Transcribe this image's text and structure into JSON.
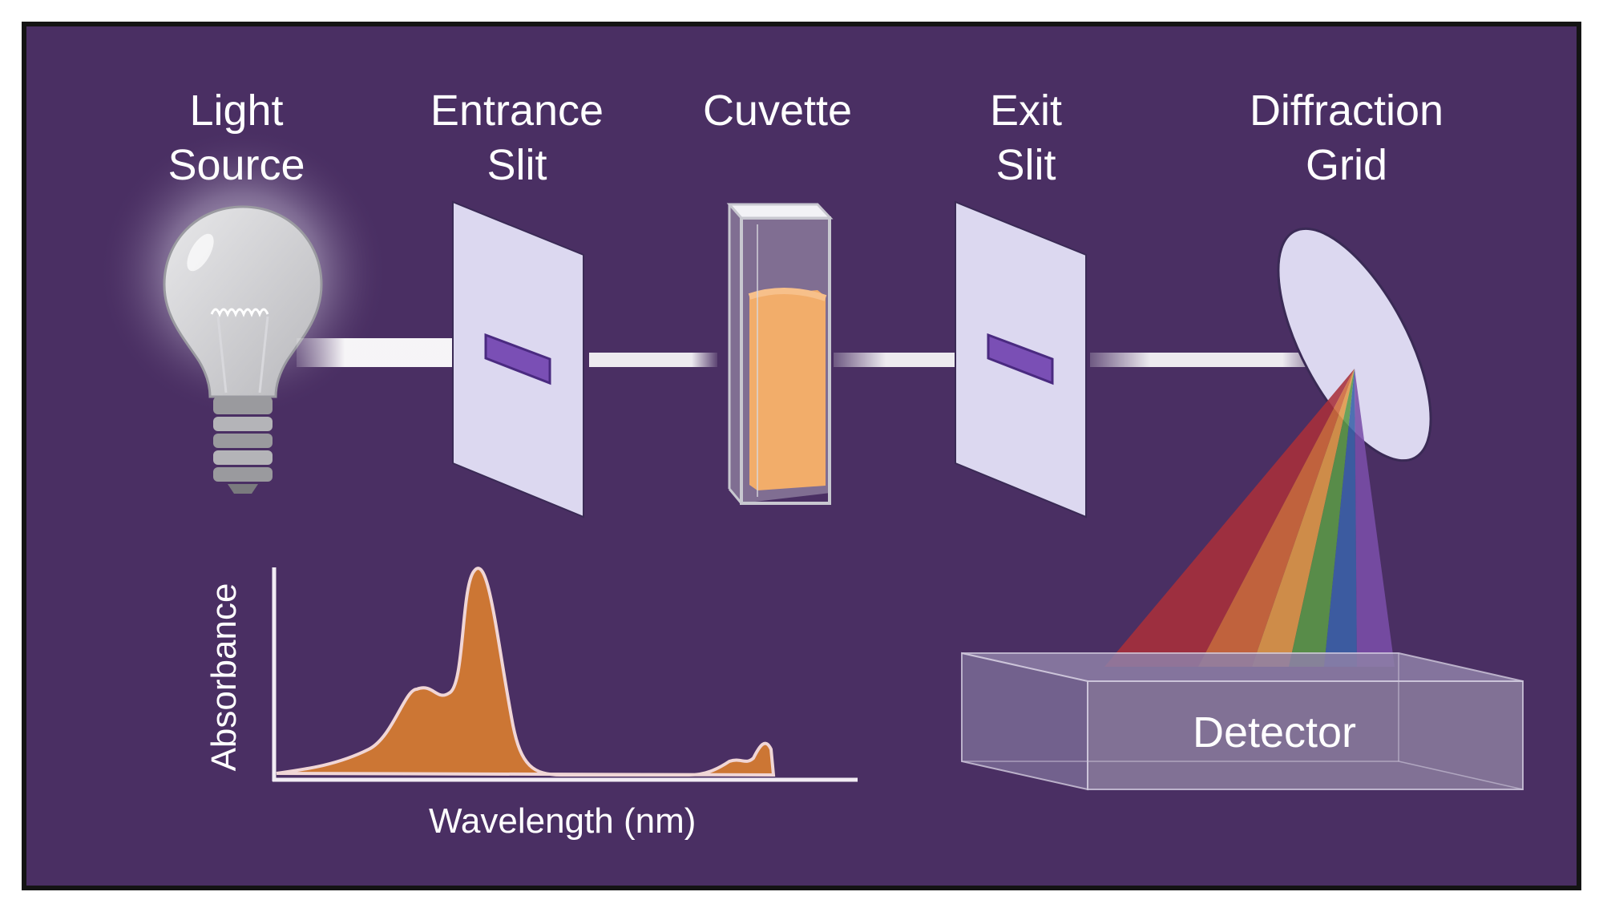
{
  "diagram": {
    "components": [
      {
        "id": "light-source",
        "label_lines": [
          "Light",
          "Source"
        ]
      },
      {
        "id": "entrance-slit",
        "label_lines": [
          "Entrance",
          "Slit"
        ]
      },
      {
        "id": "cuvette",
        "label_lines": [
          "Cuvette"
        ]
      },
      {
        "id": "exit-slit",
        "label_lines": [
          "Exit",
          "Slit"
        ]
      },
      {
        "id": "diffraction-grid",
        "label_lines": [
          "Diffraction",
          "Grid"
        ]
      }
    ],
    "detector_label": "Detector"
  },
  "spectrum": {
    "xlabel": "Wavelength (nm)",
    "ylabel": "Absorbance"
  },
  "colors": {
    "background": "#4a2f63",
    "border": "#141414",
    "slit_panel": "#dcd8f0",
    "slit_opening": "#7a4fb5",
    "cuvette_liquid": "#f2ad6a",
    "spectrum_fill": "#cc7634",
    "rainbow": [
      "#a8303a",
      "#d06a38",
      "#e09a45",
      "#5a9a45",
      "#3a62a8",
      "#7a4fa8"
    ]
  }
}
